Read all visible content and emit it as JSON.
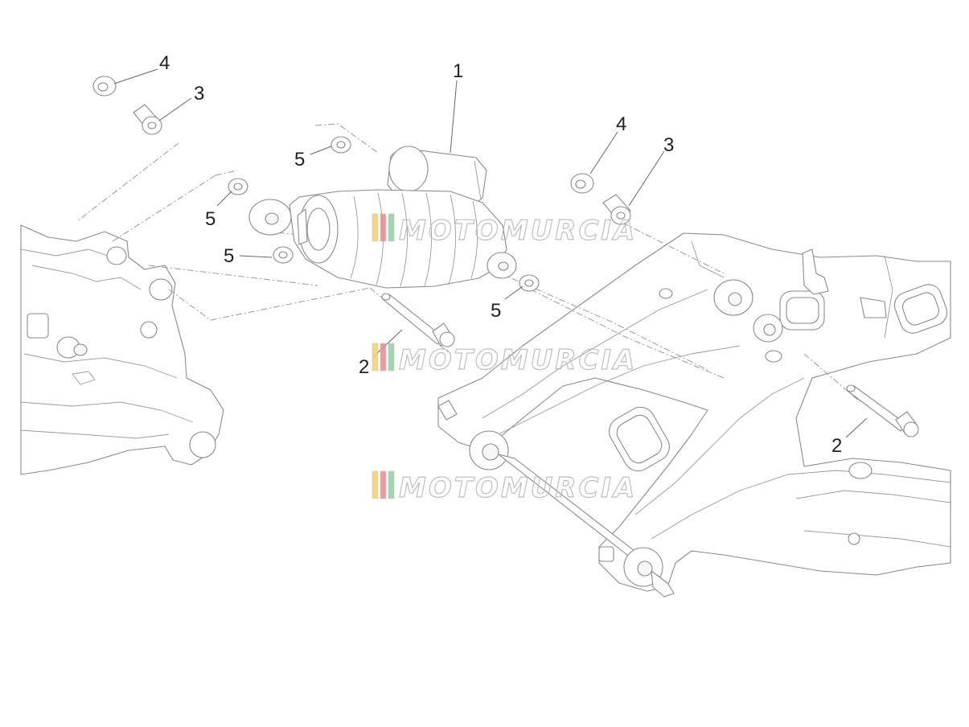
{
  "callouts": [
    {
      "id": "c1",
      "label": "1"
    },
    {
      "id": "c2a",
      "label": "2"
    },
    {
      "id": "c2b",
      "label": "2"
    },
    {
      "id": "c3a",
      "label": "3"
    },
    {
      "id": "c3b",
      "label": "3"
    },
    {
      "id": "c4a",
      "label": "4"
    },
    {
      "id": "c4b",
      "label": "4"
    },
    {
      "id": "c5a",
      "label": "5"
    },
    {
      "id": "c5b",
      "label": "5"
    },
    {
      "id": "c5c",
      "label": "5"
    },
    {
      "id": "c5d",
      "label": "5"
    }
  ],
  "watermark": {
    "text": "MOTOMURCIA",
    "colors": {
      "stripe1": "#f3d36b",
      "stripe2": "#e88a8a",
      "stripe3": "#8fcf9f"
    }
  },
  "colors": {
    "line": "#8a8a8a",
    "text": "#222222"
  }
}
